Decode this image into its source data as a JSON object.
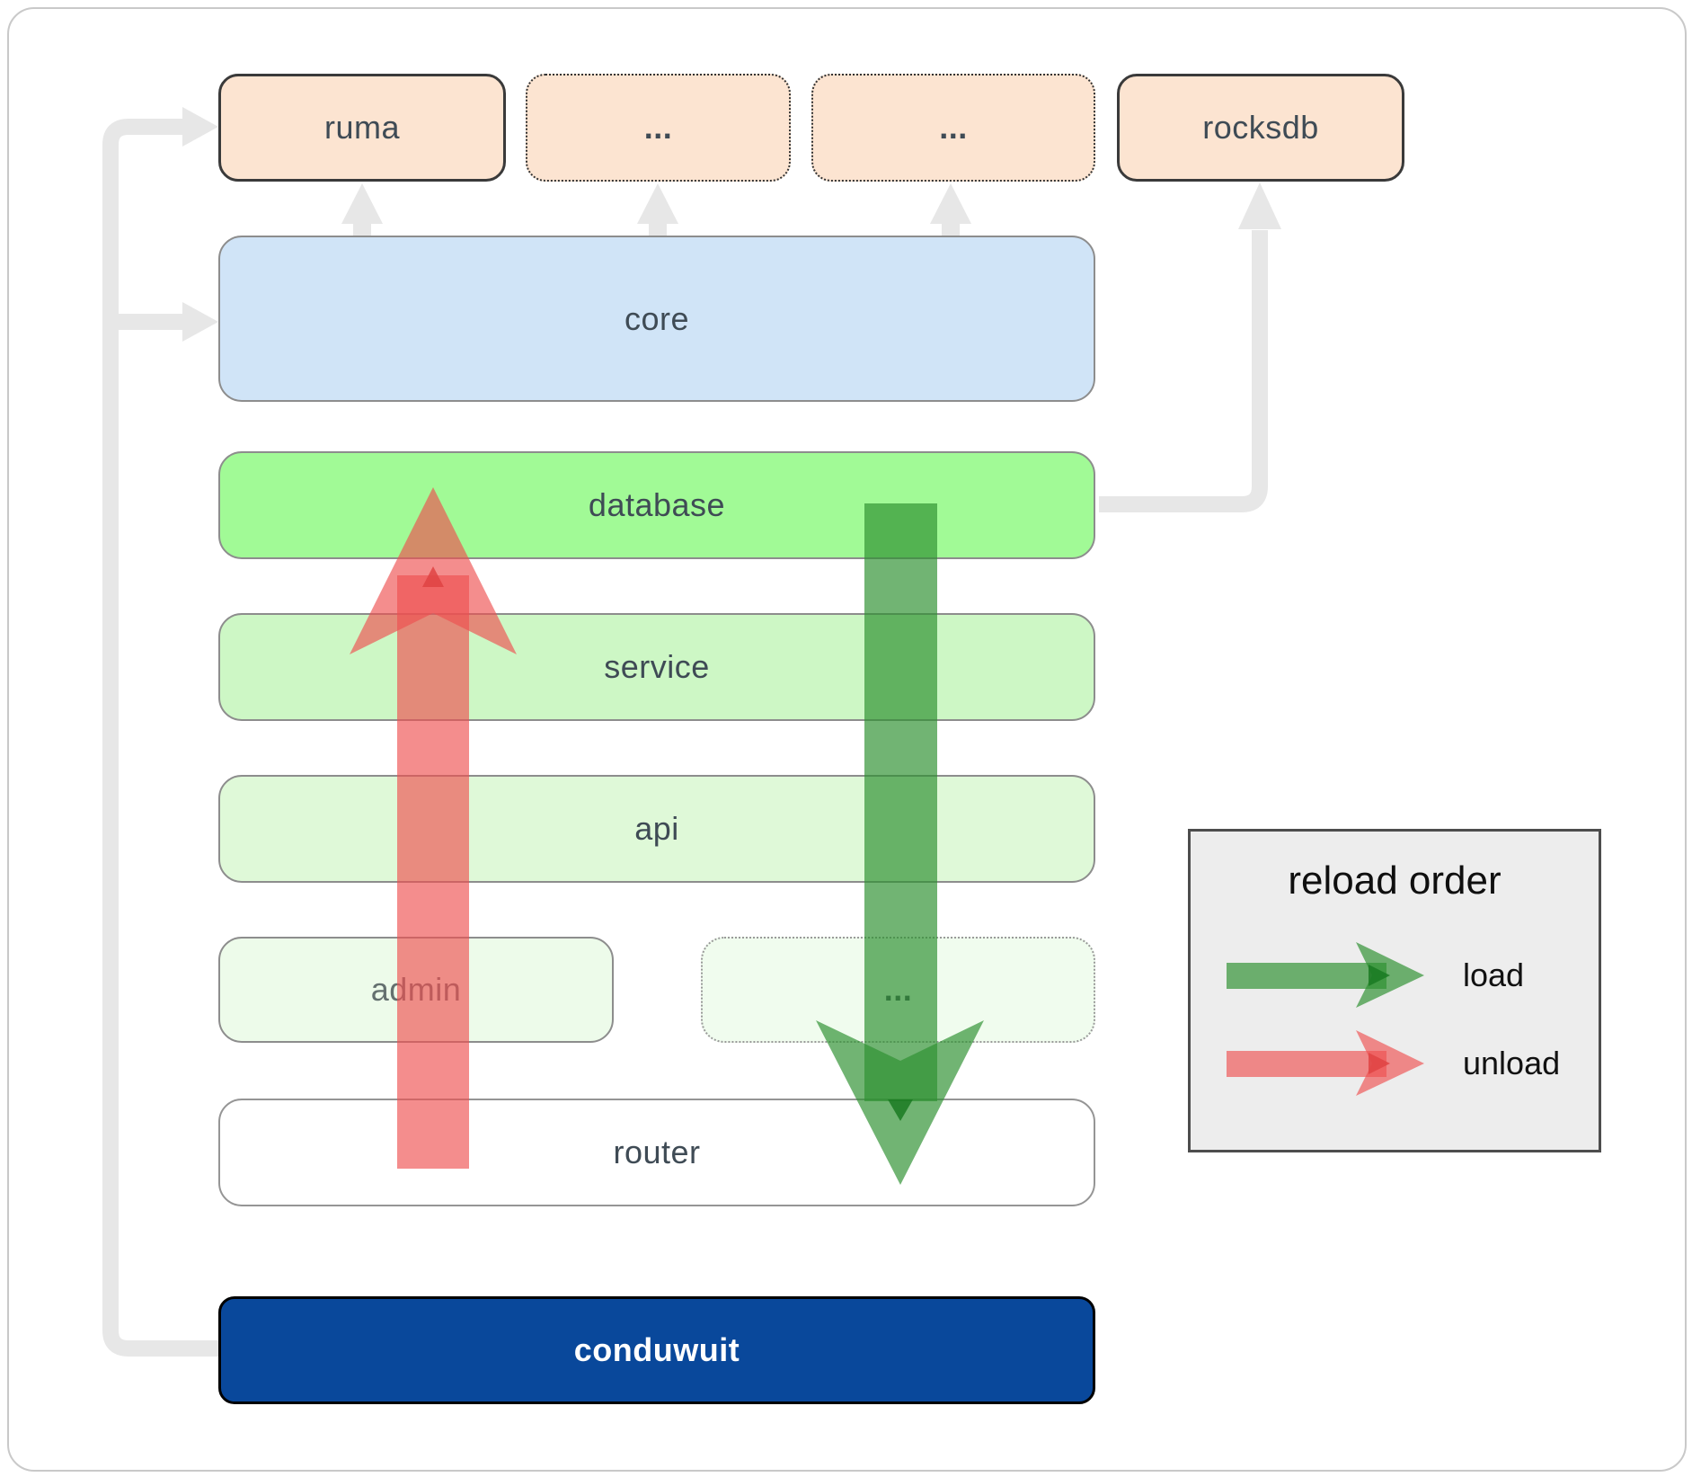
{
  "diagram": {
    "top_row": [
      {
        "label": "ruma"
      },
      {
        "label": "..."
      },
      {
        "label": "..."
      },
      {
        "label": "rocksdb"
      }
    ],
    "layers": [
      {
        "label": "core"
      },
      {
        "label": "database"
      },
      {
        "label": "service"
      },
      {
        "label": "api"
      }
    ],
    "admin_row": [
      {
        "label": "admin"
      },
      {
        "label": "..."
      }
    ],
    "router": {
      "label": "router"
    },
    "conduwuit": {
      "label": "conduwuit"
    }
  },
  "legend": {
    "title": "reload order",
    "items": [
      {
        "label": "load",
        "color": "#2e9130"
      },
      {
        "label": "unload",
        "color": "#ee5050"
      }
    ]
  },
  "colors": {
    "peach": "#fce4d1",
    "core_blue": "#d0e4f7",
    "database_green": "#a1fa96",
    "service_green": "#cdf7c5",
    "api_green": "#dff9d8",
    "pale_green": "#edfbea",
    "conduwuit_blue": "#09489b",
    "arrow_load_green": "#2e9130",
    "arrow_unload_red": "#ee5050",
    "connector_gray": "#e7e7e7",
    "legend_bg": "#ededed"
  }
}
